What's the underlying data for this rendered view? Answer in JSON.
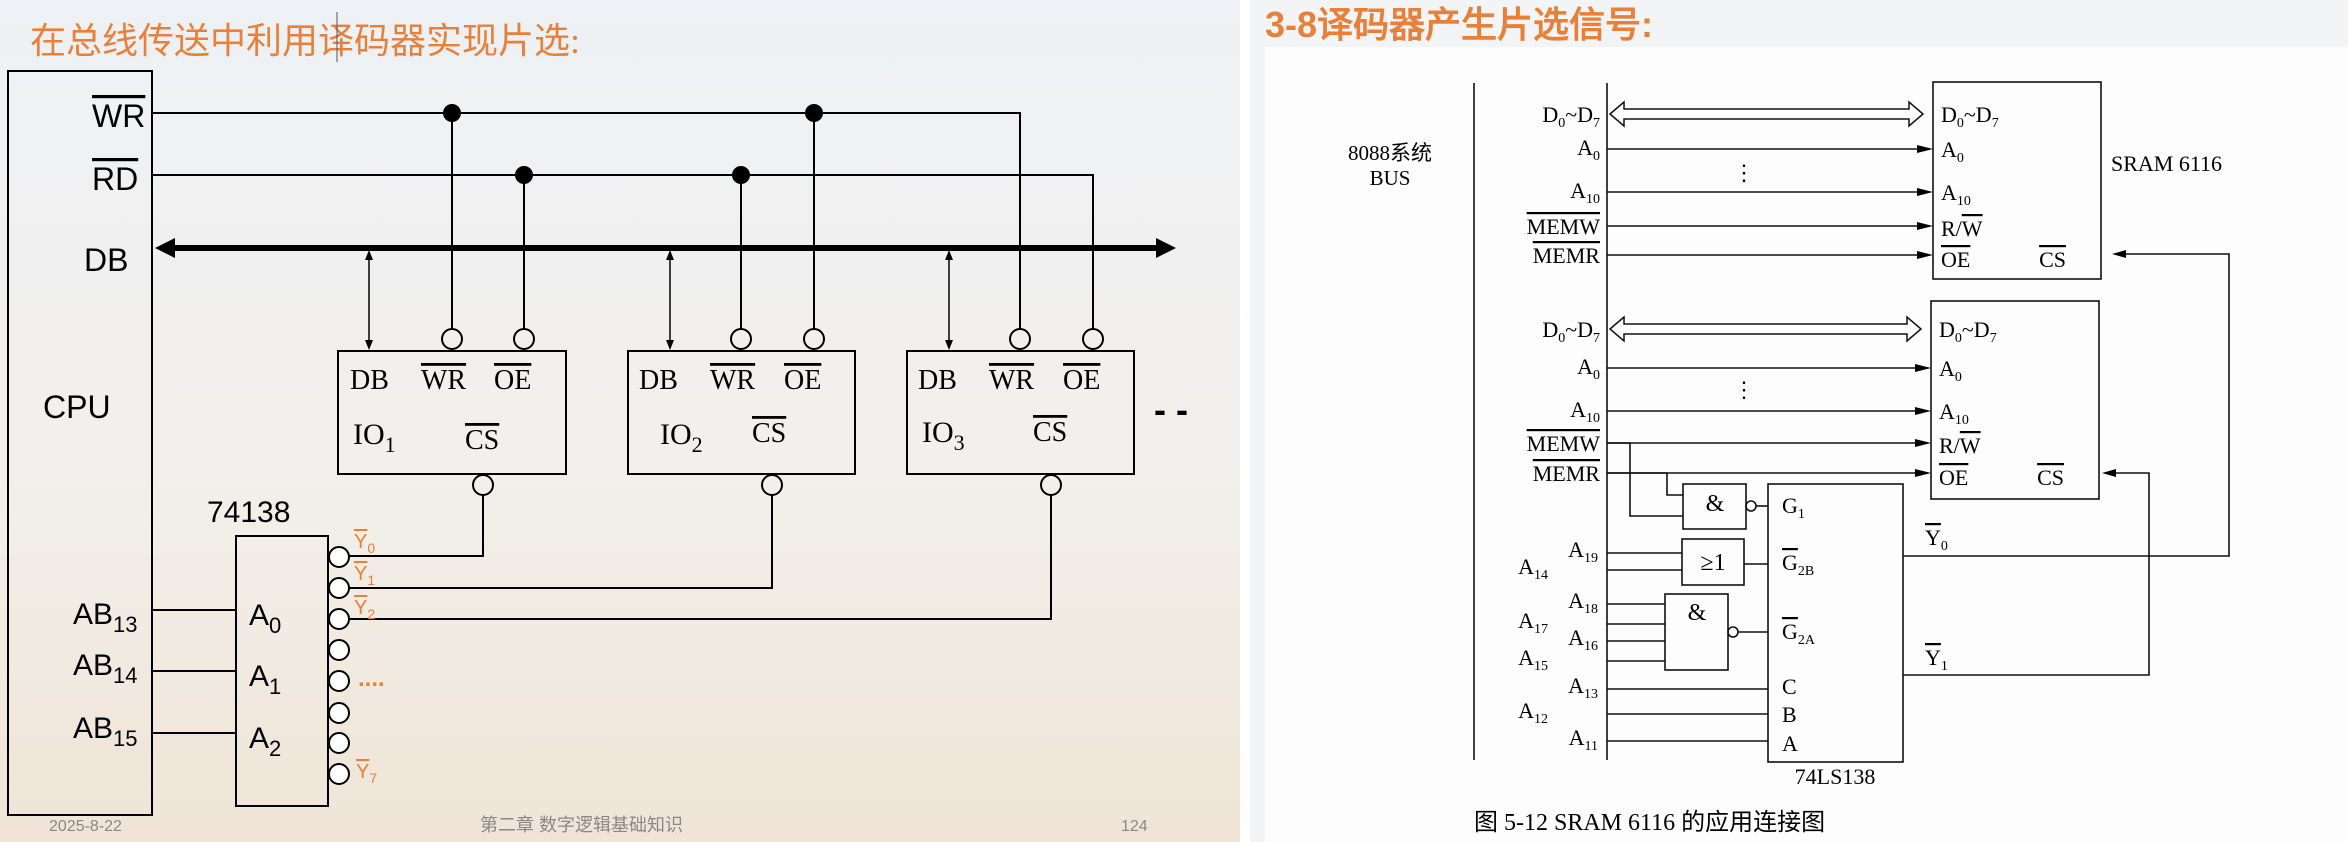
{
  "left_slide": {
    "title": "在总线传送中利用译码器实现片选:",
    "cpu_label": "CPU",
    "signals": {
      "wr": "WR",
      "rd": "RD",
      "db": "DB"
    },
    "io_devices": [
      {
        "name": "IO",
        "sub": "1",
        "db": "DB",
        "wr": "WR",
        "oe": "OE",
        "cs": "CS"
      },
      {
        "name": "IO",
        "sub": "2",
        "db": "DB",
        "wr": "WR",
        "oe": "OE",
        "cs": "CS"
      },
      {
        "name": "IO",
        "sub": "3",
        "db": "DB",
        "wr": "WR",
        "oe": "OE",
        "cs": "CS"
      }
    ],
    "continuation": "- -",
    "decoder": {
      "label": "74138",
      "inputs": [
        {
          "main": "A",
          "sub": "0"
        },
        {
          "main": "A",
          "sub": "1"
        },
        {
          "main": "A",
          "sub": "2"
        }
      ],
      "outputs": [
        {
          "main": "Y",
          "sub": "0"
        },
        {
          "main": "Y",
          "sub": "1"
        },
        {
          "main": "Y",
          "sub": "2"
        },
        {
          "main": "Y",
          "sub": "7"
        }
      ],
      "ellipsis": "...."
    },
    "address_lines": [
      {
        "main": "AB",
        "sub": "13"
      },
      {
        "main": "AB",
        "sub": "14"
      },
      {
        "main": "AB",
        "sub": "15"
      }
    ],
    "footer": {
      "date": "2025-8-22",
      "chapter": "第二章 数字逻辑基础知识",
      "page": "124"
    },
    "accent_color": "#e9803a"
  },
  "right_slide": {
    "title": "3-8译码器产生片选信号:",
    "bus_label": [
      "8088系统",
      "BUS"
    ],
    "sram_label": "SRAM 6116",
    "bus_signals": {
      "data": "D",
      "d0": "0",
      "d7": "7",
      "tilde": "~",
      "a": "A",
      "a0": "0",
      "a10": "10",
      "memw": "MEMW",
      "memr": "MEMR",
      "vdots": "⋮"
    },
    "sram_pins": {
      "rw_r": "R/",
      "rw_w": "W",
      "oe": "OE",
      "cs": "CS"
    },
    "gates": {
      "and": "&",
      "or": "≥1",
      "nand": "&"
    },
    "address_inputs": [
      {
        "main": "A",
        "sub": "19"
      },
      {
        "main": "A",
        "sub": "14"
      },
      {
        "main": "A",
        "sub": "18"
      },
      {
        "main": "A",
        "sub": "17"
      },
      {
        "main": "A",
        "sub": "16"
      },
      {
        "main": "A",
        "sub": "15"
      },
      {
        "main": "A",
        "sub": "13"
      },
      {
        "main": "A",
        "sub": "12"
      },
      {
        "main": "A",
        "sub": "11"
      }
    ],
    "decoder_pins": {
      "g1": "G",
      "g1_sub": "1",
      "g2b": "G",
      "g2b_sub": "2B",
      "g2a": "G",
      "g2a_sub": "2A",
      "c": "C",
      "b": "B",
      "a": "A"
    },
    "decoder_outputs": [
      {
        "main": "Y",
        "sub": "0"
      },
      {
        "main": "Y",
        "sub": "1"
      }
    ],
    "decoder_label": "74LS138",
    "caption": "图 5-12   SRAM 6116 的应用连接图"
  }
}
